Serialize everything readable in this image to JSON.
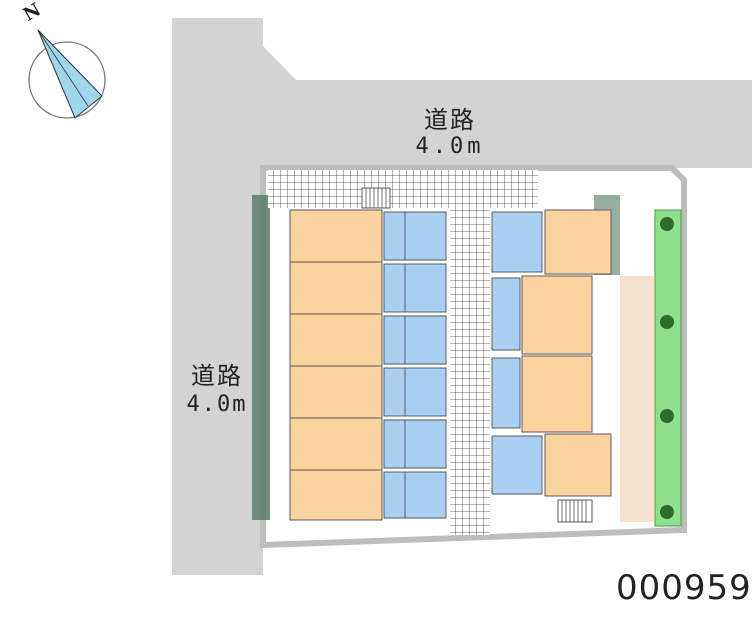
{
  "compass": {
    "label": "N",
    "icon": "north-arrow-icon"
  },
  "roads": {
    "north": {
      "name": "道路",
      "width": "4.0m"
    },
    "west": {
      "name": "道路",
      "width": "4.0m"
    }
  },
  "plan_id": "000959",
  "colors": {
    "road": "#d3d3d3",
    "lot_boundary": "#bfbfbf",
    "unit_room": "#fbd39e",
    "wet_area": "#a9cff3",
    "shadow": "#5a7d6a",
    "greenery": "#8fe08a",
    "walkway": "#f7e2cf"
  }
}
